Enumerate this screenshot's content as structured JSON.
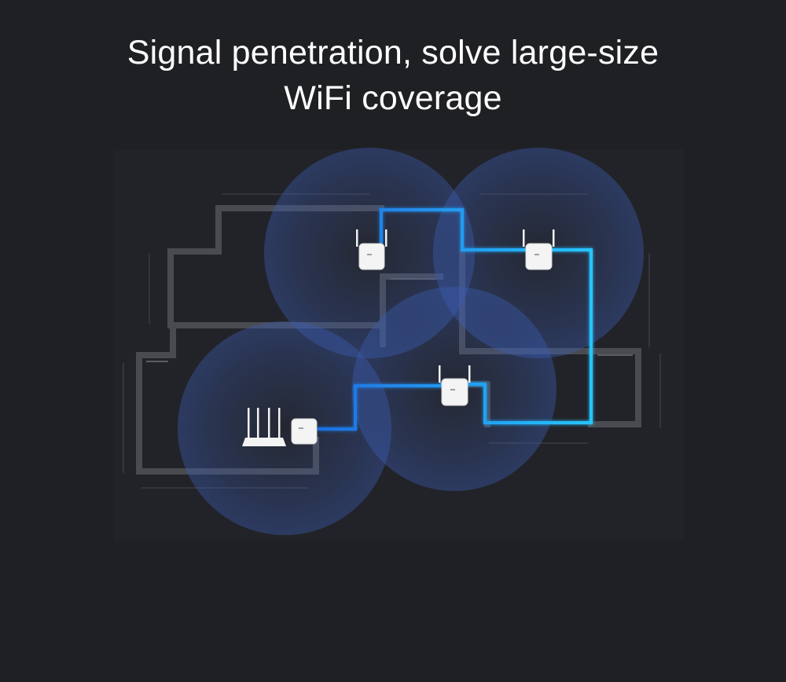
{
  "headline": {
    "line1": "Signal penetration, solve large-size",
    "line2": "WiFi coverage"
  },
  "colors": {
    "background": "#1f2024",
    "floorplan_walls": "#4a4b50",
    "coverage_bubble": "#3b5aa8",
    "powerline_cable": "#1f8fff",
    "device_body": "#f4f4f4"
  },
  "devices": [
    {
      "type": "wifi-router",
      "icon": "router-icon"
    },
    {
      "type": "powerline-base-adapter",
      "icon": "plug-adapter-icon"
    },
    {
      "type": "powerline-wifi-extender",
      "icon": "extender-icon"
    },
    {
      "type": "powerline-wifi-extender",
      "icon": "extender-icon"
    },
    {
      "type": "powerline-wifi-extender",
      "icon": "extender-icon"
    }
  ]
}
